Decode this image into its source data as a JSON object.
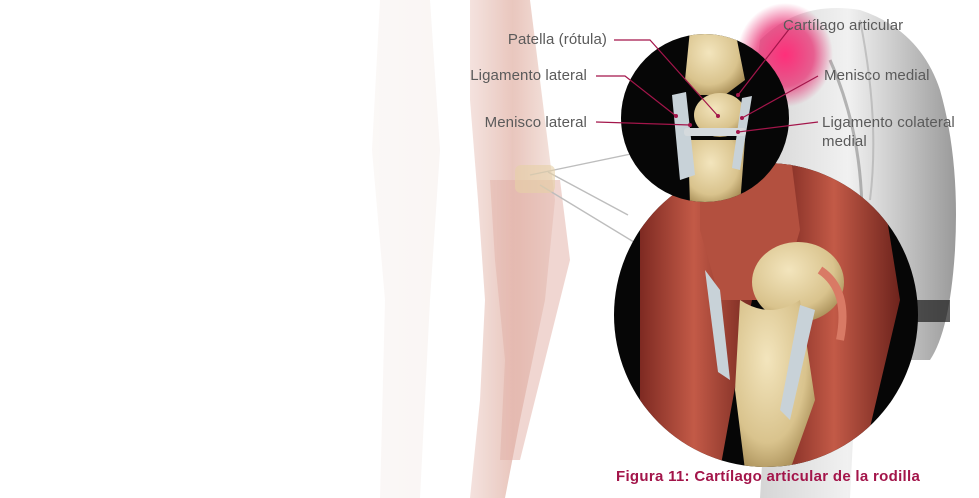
{
  "labels": {
    "patella": "Patella (rótula)",
    "lateral_ligament": "Ligamento lateral",
    "lateral_meniscus": "Menisco lateral",
    "articular_cartilage": "Cartílago articular",
    "medial_meniscus": "Menisco medial",
    "medial_collateral_ligament_line1": "Ligamento colateral",
    "medial_collateral_ligament_line2": "medial"
  },
  "caption": "Figura 11: Cartílago articular de la rodilla",
  "colors": {
    "label_text": "#5a5a5a",
    "leader_line": "#a3154a",
    "caption": "#a3154a",
    "highlight": "#e8246b",
    "bone": "#e2cf9e",
    "muscle": "#b8473a",
    "cartilage": "#c8d2d8",
    "circle_bg": "#060606"
  }
}
